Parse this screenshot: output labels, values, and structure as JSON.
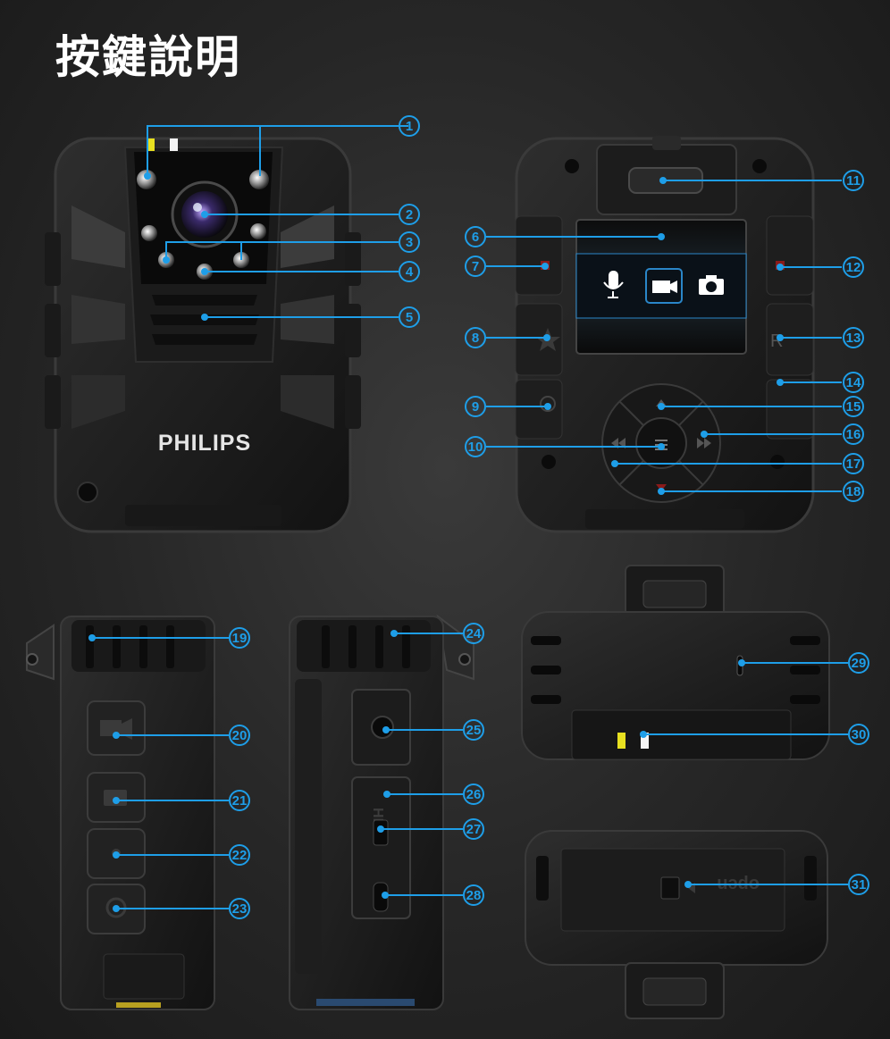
{
  "title": "按鍵說明",
  "brand": "PHILIPS",
  "colors": {
    "accent": "#1e9ee8",
    "background": "#262626",
    "device": "#141414"
  },
  "screen_icons": [
    "microphone-icon",
    "video-camera-icon",
    "camera-icon"
  ],
  "side_labels": {
    "hdmi": "HDMI",
    "open": "open",
    "record": "R"
  },
  "callouts": [
    {
      "n": "1"
    },
    {
      "n": "2"
    },
    {
      "n": "3"
    },
    {
      "n": "4"
    },
    {
      "n": "5"
    },
    {
      "n": "6"
    },
    {
      "n": "7"
    },
    {
      "n": "8"
    },
    {
      "n": "9"
    },
    {
      "n": "10"
    },
    {
      "n": "11"
    },
    {
      "n": "12"
    },
    {
      "n": "13"
    },
    {
      "n": "14"
    },
    {
      "n": "15"
    },
    {
      "n": "16"
    },
    {
      "n": "17"
    },
    {
      "n": "18"
    },
    {
      "n": "19"
    },
    {
      "n": "20"
    },
    {
      "n": "21"
    },
    {
      "n": "22"
    },
    {
      "n": "23"
    },
    {
      "n": "24"
    },
    {
      "n": "25"
    },
    {
      "n": "26"
    },
    {
      "n": "27"
    },
    {
      "n": "28"
    },
    {
      "n": "29"
    },
    {
      "n": "30"
    },
    {
      "n": "31"
    }
  ]
}
